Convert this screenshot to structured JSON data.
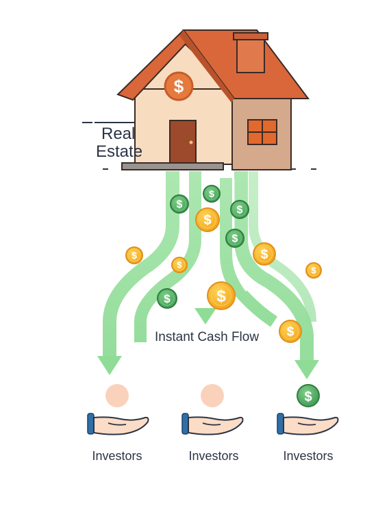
{
  "house": {
    "label_line1": "Real",
    "label_line2": "Estate",
    "coin_symbol": "$"
  },
  "flow": {
    "label": "Instant Cash Flow"
  },
  "investors": [
    {
      "label": "Investors",
      "token": "peach-circle"
    },
    {
      "label": "Investors",
      "token": "peach-circle"
    },
    {
      "label": "Investors",
      "token": "green-dollar-coin"
    }
  ],
  "coin_symbol": "$",
  "colors": {
    "roof": "#d9673a",
    "wall": "#f7dcc0",
    "wall_side": "#d5a98c",
    "door": "#9c4a2b",
    "flow_green": "#8fdc97",
    "gold_coin": "#f8b42c",
    "green_coin": "#4caa60",
    "hand_skin": "#fbdcc6",
    "cuff": "#2f6fa8"
  }
}
